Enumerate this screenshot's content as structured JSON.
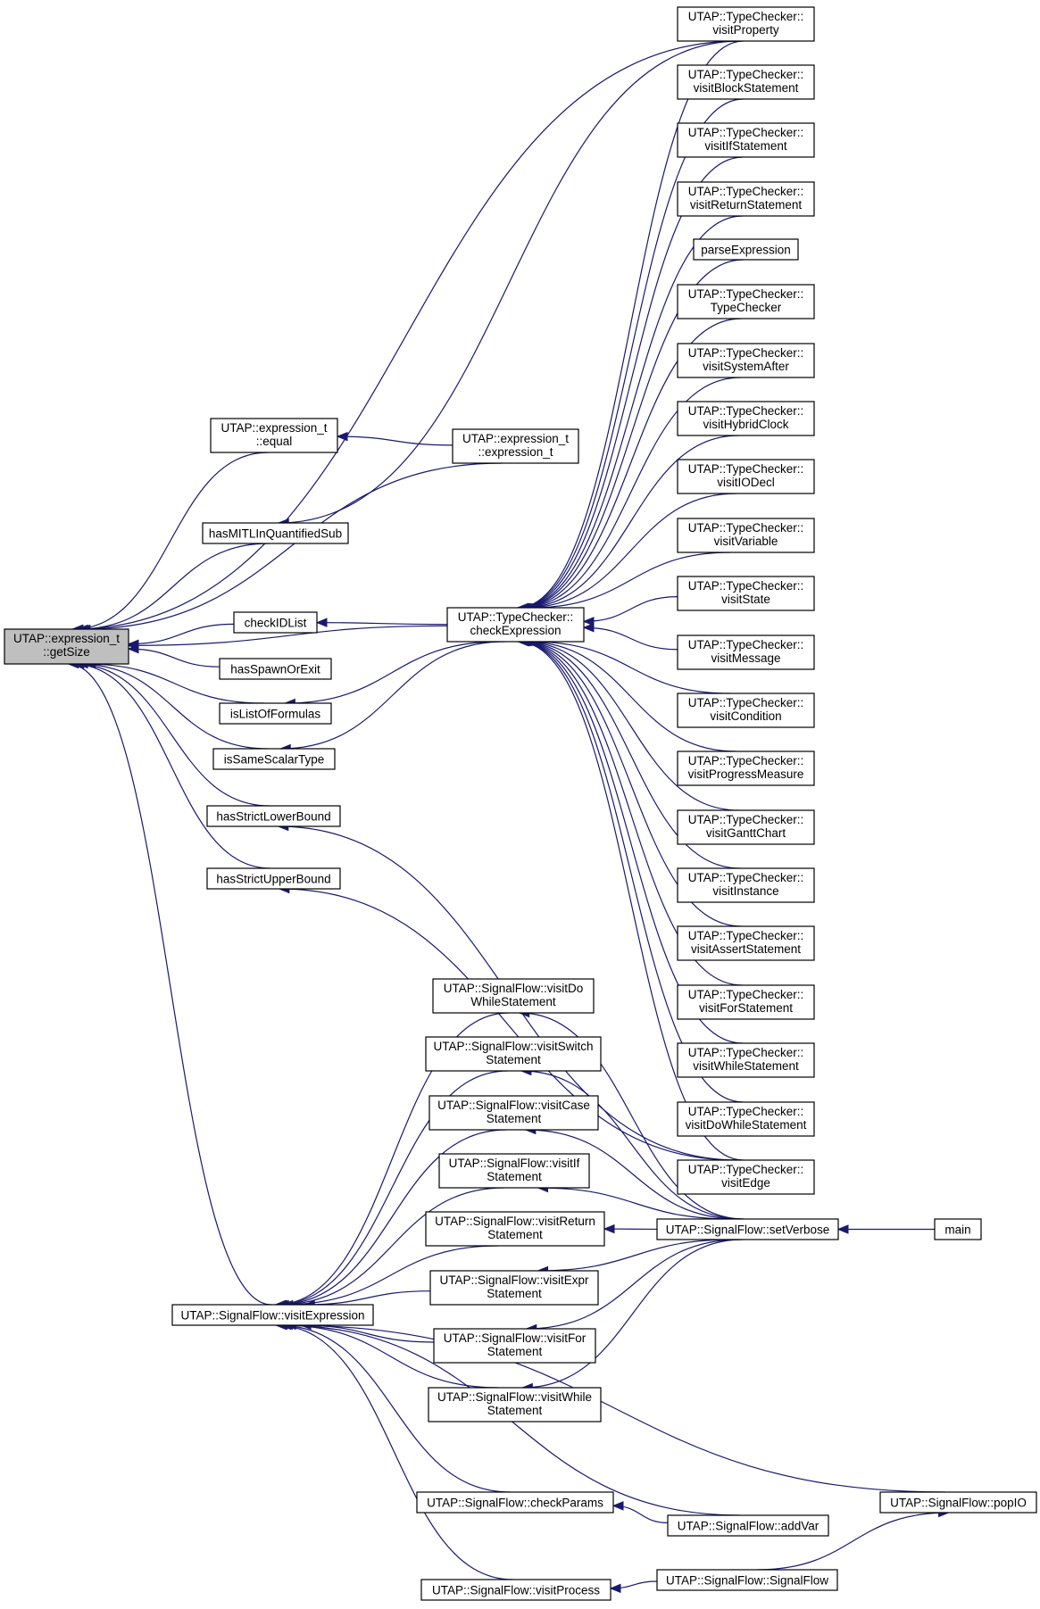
{
  "nodes": {
    "getSize": {
      "lines": [
        "UTAP::expression_t",
        "::getSize"
      ],
      "root": true
    },
    "tc_visitProperty": {
      "lines": [
        "UTAP::TypeChecker::",
        "visitProperty"
      ]
    },
    "tc_visitBlockStatement": {
      "lines": [
        "UTAP::TypeChecker::",
        "visitBlockStatement"
      ]
    },
    "tc_visitIfStatement": {
      "lines": [
        "UTAP::TypeChecker::",
        "visitIfStatement"
      ]
    },
    "tc_visitReturnStatement": {
      "lines": [
        "UTAP::TypeChecker::",
        "visitReturnStatement"
      ]
    },
    "parseExpression": {
      "lines": [
        "parseExpression"
      ]
    },
    "tc_TypeChecker": {
      "lines": [
        "UTAP::TypeChecker::",
        "TypeChecker"
      ]
    },
    "tc_visitSystemAfter": {
      "lines": [
        "UTAP::TypeChecker::",
        "visitSystemAfter"
      ]
    },
    "tc_visitHybridClock": {
      "lines": [
        "UTAP::TypeChecker::",
        "visitHybridClock"
      ]
    },
    "tc_visitIODecl": {
      "lines": [
        "UTAP::TypeChecker::",
        "visitIODecl"
      ]
    },
    "tc_visitVariable": {
      "lines": [
        "UTAP::TypeChecker::",
        "visitVariable"
      ]
    },
    "tc_visitState": {
      "lines": [
        "UTAP::TypeChecker::",
        "visitState"
      ]
    },
    "tc_visitMessage": {
      "lines": [
        "UTAP::TypeChecker::",
        "visitMessage"
      ]
    },
    "tc_visitCondition": {
      "lines": [
        "UTAP::TypeChecker::",
        "visitCondition"
      ]
    },
    "tc_visitProgressMeasure": {
      "lines": [
        "UTAP::TypeChecker::",
        "visitProgressMeasure"
      ]
    },
    "tc_visitGanttChart": {
      "lines": [
        "UTAP::TypeChecker::",
        "visitGanttChart"
      ]
    },
    "tc_visitInstance": {
      "lines": [
        "UTAP::TypeChecker::",
        "visitInstance"
      ]
    },
    "tc_visitAssertStatement": {
      "lines": [
        "UTAP::TypeChecker::",
        "visitAssertStatement"
      ]
    },
    "tc_visitForStatement": {
      "lines": [
        "UTAP::TypeChecker::",
        "visitForStatement"
      ]
    },
    "tc_visitWhileStatement": {
      "lines": [
        "UTAP::TypeChecker::",
        "visitWhileStatement"
      ]
    },
    "tc_visitDoWhileStatement": {
      "lines": [
        "UTAP::TypeChecker::",
        "visitDoWhileStatement"
      ]
    },
    "tc_visitEdge": {
      "lines": [
        "UTAP::TypeChecker::",
        "visitEdge"
      ]
    },
    "equal": {
      "lines": [
        "UTAP::expression_t",
        "::equal"
      ]
    },
    "expression_t_ctor": {
      "lines": [
        "UTAP::expression_t",
        "::expression_t"
      ]
    },
    "hasMITL": {
      "lines": [
        "hasMITLInQuantifiedSub"
      ]
    },
    "checkIDList": {
      "lines": [
        "checkIDList"
      ]
    },
    "checkExpression": {
      "lines": [
        "UTAP::TypeChecker::",
        "checkExpression"
      ]
    },
    "hasSpawnOrExit": {
      "lines": [
        "hasSpawnOrExit"
      ]
    },
    "isListOfFormulas": {
      "lines": [
        "isListOfFormulas"
      ]
    },
    "isSameScalarType": {
      "lines": [
        "isSameScalarType"
      ]
    },
    "hasStrictLowerBound": {
      "lines": [
        "hasStrictLowerBound"
      ]
    },
    "hasStrictUpperBound": {
      "lines": [
        "hasStrictUpperBound"
      ]
    },
    "sf_visitDoWhile": {
      "lines": [
        "UTAP::SignalFlow::visitDo",
        "WhileStatement"
      ]
    },
    "sf_visitSwitch": {
      "lines": [
        "UTAP::SignalFlow::visitSwitch",
        "Statement"
      ]
    },
    "sf_visitCase": {
      "lines": [
        "UTAP::SignalFlow::visitCase",
        "Statement"
      ]
    },
    "sf_visitIf": {
      "lines": [
        "UTAP::SignalFlow::visitIf",
        "Statement"
      ]
    },
    "sf_visitReturn": {
      "lines": [
        "UTAP::SignalFlow::visitReturn",
        "Statement"
      ]
    },
    "sf_visitExpr": {
      "lines": [
        "UTAP::SignalFlow::visitExpr",
        "Statement"
      ]
    },
    "sf_visitFor": {
      "lines": [
        "UTAP::SignalFlow::visitFor",
        "Statement"
      ]
    },
    "sf_visitWhile": {
      "lines": [
        "UTAP::SignalFlow::visitWhile",
        "Statement"
      ]
    },
    "sf_visitExpression": {
      "lines": [
        "UTAP::SignalFlow::visitExpression"
      ]
    },
    "sf_setVerbose": {
      "lines": [
        "UTAP::SignalFlow::setVerbose"
      ]
    },
    "main": {
      "lines": [
        "main"
      ]
    },
    "sf_checkParams": {
      "lines": [
        "UTAP::SignalFlow::checkParams"
      ]
    },
    "sf_addVar": {
      "lines": [
        "UTAP::SignalFlow::addVar"
      ]
    },
    "sf_popIO": {
      "lines": [
        "UTAP::SignalFlow::popIO"
      ]
    },
    "sf_visitProcess": {
      "lines": [
        "UTAP::SignalFlow::visitProcess"
      ]
    },
    "sf_SignalFlow": {
      "lines": [
        "UTAP::SignalFlow::SignalFlow"
      ]
    }
  },
  "edges": [
    [
      "tc_visitProperty",
      "getSize"
    ],
    [
      "equal",
      "getSize"
    ],
    [
      "expression_t_ctor",
      "getSize"
    ],
    [
      "hasMITL",
      "getSize"
    ],
    [
      "checkIDList",
      "getSize"
    ],
    [
      "checkExpression",
      "getSize"
    ],
    [
      "hasSpawnOrExit",
      "getSize"
    ],
    [
      "isListOfFormulas",
      "getSize"
    ],
    [
      "isSameScalarType",
      "getSize"
    ],
    [
      "hasStrictLowerBound",
      "getSize"
    ],
    [
      "hasStrictUpperBound",
      "getSize"
    ],
    [
      "sf_visitExpression",
      "getSize"
    ],
    [
      "expression_t_ctor",
      "equal"
    ],
    [
      "tc_visitProperty",
      "hasMITL"
    ],
    [
      "checkExpression",
      "checkIDList"
    ],
    [
      "checkExpression",
      "isListOfFormulas"
    ],
    [
      "checkExpression",
      "isSameScalarType"
    ],
    [
      "tc_visitEdge",
      "hasStrictLowerBound"
    ],
    [
      "tc_visitEdge",
      "hasStrictUpperBound"
    ],
    [
      "tc_visitProperty",
      "checkExpression"
    ],
    [
      "tc_visitBlockStatement",
      "checkExpression"
    ],
    [
      "tc_visitIfStatement",
      "checkExpression"
    ],
    [
      "tc_visitReturnStatement",
      "checkExpression"
    ],
    [
      "parseExpression",
      "checkExpression"
    ],
    [
      "tc_TypeChecker",
      "checkExpression"
    ],
    [
      "tc_visitSystemAfter",
      "checkExpression"
    ],
    [
      "tc_visitHybridClock",
      "checkExpression"
    ],
    [
      "tc_visitIODecl",
      "checkExpression"
    ],
    [
      "tc_visitVariable",
      "checkExpression"
    ],
    [
      "tc_visitState",
      "checkExpression"
    ],
    [
      "tc_visitMessage",
      "checkExpression"
    ],
    [
      "tc_visitCondition",
      "checkExpression"
    ],
    [
      "tc_visitProgressMeasure",
      "checkExpression"
    ],
    [
      "tc_visitGanttChart",
      "checkExpression"
    ],
    [
      "tc_visitInstance",
      "checkExpression"
    ],
    [
      "tc_visitAssertStatement",
      "checkExpression"
    ],
    [
      "tc_visitForStatement",
      "checkExpression"
    ],
    [
      "tc_visitWhileStatement",
      "checkExpression"
    ],
    [
      "tc_visitDoWhileStatement",
      "checkExpression"
    ],
    [
      "tc_visitEdge",
      "checkExpression"
    ],
    [
      "sf_visitDoWhile",
      "sf_visitExpression"
    ],
    [
      "sf_visitSwitch",
      "sf_visitExpression"
    ],
    [
      "sf_visitCase",
      "sf_visitExpression"
    ],
    [
      "sf_visitIf",
      "sf_visitExpression"
    ],
    [
      "sf_visitReturn",
      "sf_visitExpression"
    ],
    [
      "sf_visitExpr",
      "sf_visitExpression"
    ],
    [
      "sf_visitFor",
      "sf_visitExpression"
    ],
    [
      "sf_visitWhile",
      "sf_visitExpression"
    ],
    [
      "sf_checkParams",
      "sf_visitExpression"
    ],
    [
      "sf_addVar",
      "sf_visitExpression"
    ],
    [
      "sf_popIO",
      "sf_visitExpression"
    ],
    [
      "sf_visitProcess",
      "sf_visitExpression"
    ],
    [
      "sf_setVerbose",
      "sf_visitDoWhile"
    ],
    [
      "sf_setVerbose",
      "sf_visitSwitch"
    ],
    [
      "sf_setVerbose",
      "sf_visitCase"
    ],
    [
      "sf_setVerbose",
      "sf_visitIf"
    ],
    [
      "sf_setVerbose",
      "sf_visitReturn"
    ],
    [
      "sf_setVerbose",
      "sf_visitExpr"
    ],
    [
      "sf_setVerbose",
      "sf_visitFor"
    ],
    [
      "sf_setVerbose",
      "sf_visitWhile"
    ],
    [
      "main",
      "sf_setVerbose"
    ],
    [
      "sf_addVar",
      "sf_checkParams"
    ],
    [
      "sf_SignalFlow",
      "sf_visitProcess"
    ],
    [
      "sf_SignalFlow",
      "sf_popIO"
    ]
  ]
}
